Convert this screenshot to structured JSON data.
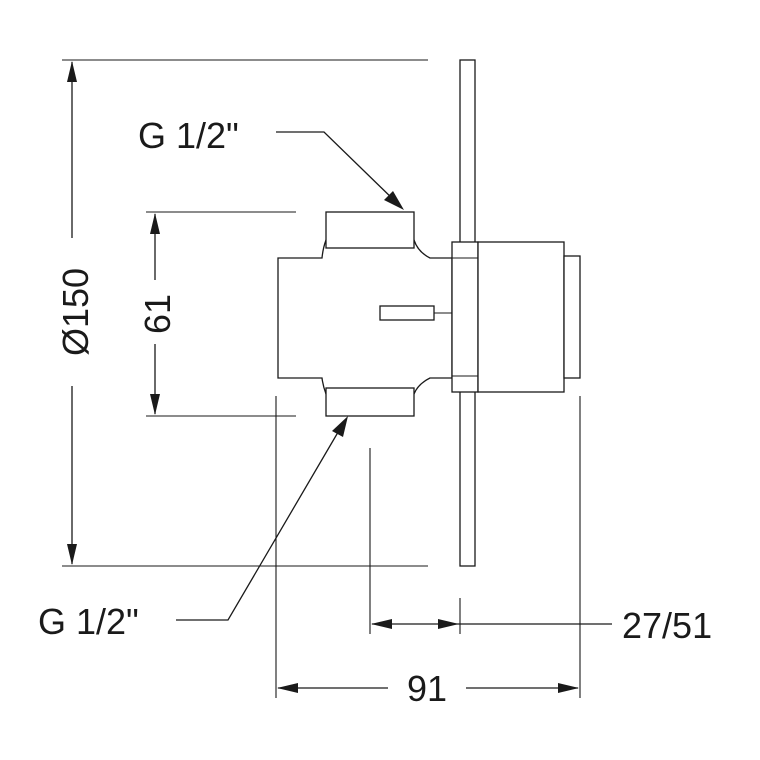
{
  "labels": {
    "thread_top": "G 1/2\"",
    "thread_bottom": "G 1/2\"",
    "diameter": "Ø150",
    "spacing": "61",
    "depth_range": "27/51",
    "overall_length": "91"
  }
}
